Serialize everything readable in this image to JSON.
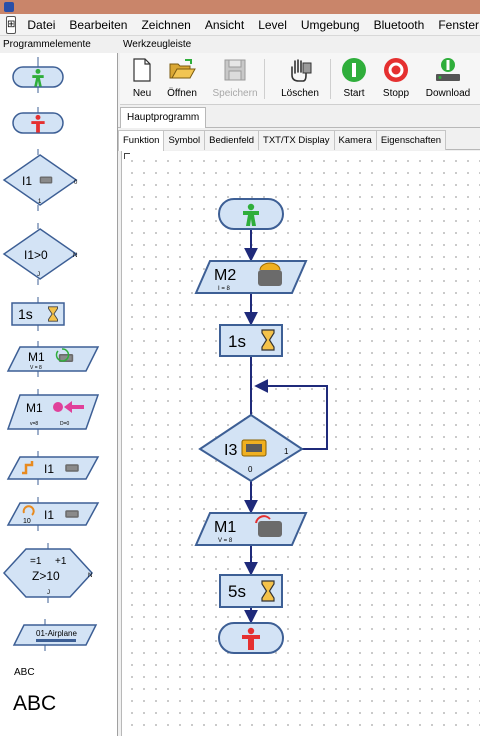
{
  "menubar": {
    "items": [
      "Datei",
      "Bearbeiten",
      "Zeichnen",
      "Ansicht",
      "Level",
      "Umgebung",
      "Bluetooth",
      "Fenster"
    ]
  },
  "palette": {
    "header": "Programmelemente",
    "items": {
      "branch_input": {
        "label": "I1",
        "out1": "0",
        "out2": "1"
      },
      "compare_input": {
        "label": "I1>0",
        "out_n": "N",
        "out_j": "J"
      },
      "wait": {
        "label": "1s"
      },
      "motor_speed": {
        "label": "M1",
        "sub": "V = 8"
      },
      "motor_dist": {
        "label": "M1",
        "sub1": "v=8",
        "sub2": "D=0"
      },
      "counter_input_a": {
        "label": "I1"
      },
      "counter_input_b": {
        "label": "I1",
        "badge": "10"
      },
      "counter_loop": {
        "line1": "=1",
        "line2": "+1",
        "line3": "Z>10",
        "out_n": "N",
        "out_j": "J"
      },
      "sound": {
        "label": "01-Airplane"
      },
      "text_small": "ABC",
      "text_large": "ABC"
    }
  },
  "toolbar": {
    "header": "Werkzeugleiste",
    "buttons": {
      "new": "Neu",
      "open": "Öffnen",
      "save": "Speichern",
      "delete": "Löschen",
      "start": "Start",
      "stop": "Stopp",
      "download": "Download"
    }
  },
  "program_tab": "Hauptprogramm",
  "sub_tabs": [
    "Funktion",
    "Symbol",
    "Bedienfeld",
    "TXT/TX Display",
    "Kamera",
    "Eigenschaften"
  ],
  "flowchart": {
    "motor1": {
      "label": "M2",
      "sub": "I = 8"
    },
    "wait1": {
      "label": "1s"
    },
    "branch": {
      "label": "I3",
      "out0": "0",
      "out1": "1"
    },
    "motor2": {
      "label": "M1",
      "sub": "V = 8"
    },
    "wait2": {
      "label": "5s"
    }
  },
  "colors": {
    "block_fill": "#d3e3f5",
    "block_stroke": "#3d5f95",
    "connector": "#1f2a7a",
    "start_green": "#2fae3b",
    "stop_red": "#e53030"
  }
}
